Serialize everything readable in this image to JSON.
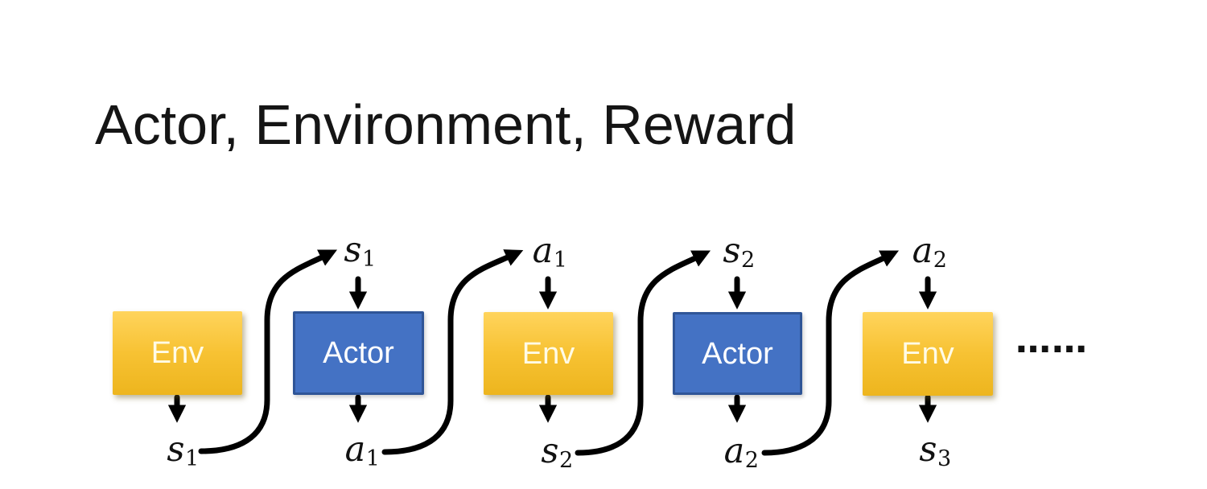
{
  "slide": {
    "title": "Actor, Environment, Reward",
    "ellipsis": "……"
  },
  "diagram": {
    "boxes": [
      {
        "id": "env-1",
        "type": "env",
        "label": "Env"
      },
      {
        "id": "actor-1",
        "type": "actor",
        "label": "Actor"
      },
      {
        "id": "env-2",
        "type": "env",
        "label": "Env"
      },
      {
        "id": "actor-2",
        "type": "actor",
        "label": "Actor"
      },
      {
        "id": "env-3",
        "type": "env",
        "label": "Env"
      }
    ],
    "top_labels": [
      {
        "base": "s",
        "sub": "1"
      },
      {
        "base": "a",
        "sub": "1"
      },
      {
        "base": "s",
        "sub": "2"
      },
      {
        "base": "a",
        "sub": "2"
      }
    ],
    "bottom_labels": [
      {
        "base": "s",
        "sub": "1"
      },
      {
        "base": "a",
        "sub": "1"
      },
      {
        "base": "s",
        "sub": "2"
      },
      {
        "base": "a",
        "sub": "2"
      },
      {
        "base": "s",
        "sub": "3"
      }
    ]
  },
  "colors": {
    "background": "#ffffff",
    "title_text": "#151515",
    "env_fill_top": "#FFD45C",
    "env_fill_bottom": "#EDB51E",
    "env_text": "#FFFBE6",
    "actor_fill": "#4472C4",
    "actor_border": "#2F5597",
    "actor_text": "#FFFFFF",
    "arrow": "#000000"
  }
}
